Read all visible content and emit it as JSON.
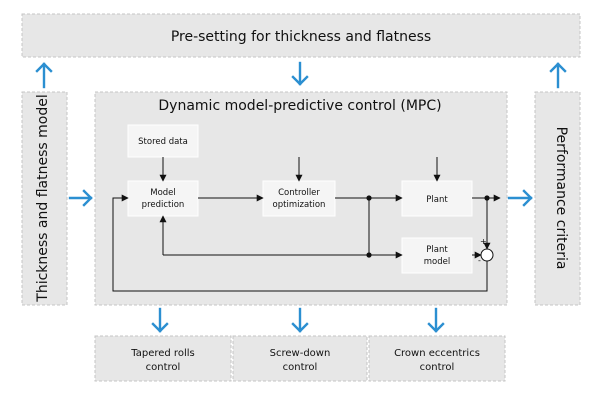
{
  "top_panel": {
    "label": "Pre-setting for thickness and flatness"
  },
  "left_panel": {
    "label": "Thickness and flatness model"
  },
  "right_panel": {
    "label": "Performance criteria"
  },
  "mpc_panel": {
    "label": "Dynamic model-predictive control (MPC)"
  },
  "blocks": {
    "stored_data": {
      "label": "Stored data"
    },
    "model_prediction": {
      "line1": "Model",
      "line2": "prediction"
    },
    "controller_optimization": {
      "line1": "Controller",
      "line2": "optimization"
    },
    "plant": {
      "label": "Plant"
    },
    "plant_model": {
      "line1": "Plant",
      "line2": "model"
    }
  },
  "summing_junction": {
    "plus_sign": "+",
    "minus_sign": "-"
  },
  "bottom_boxes": [
    {
      "line1": "Tapered rolls",
      "line2": "control"
    },
    {
      "line1": "Screw-down",
      "line2": "control"
    },
    {
      "line1": "Crown eccentrics",
      "line2": "control"
    }
  ],
  "colors": {
    "accent_arrow": "#2b8fd1",
    "panel_fill": "#e7e7e7",
    "block_fill": "#f5f5f5",
    "line": "#111111"
  }
}
